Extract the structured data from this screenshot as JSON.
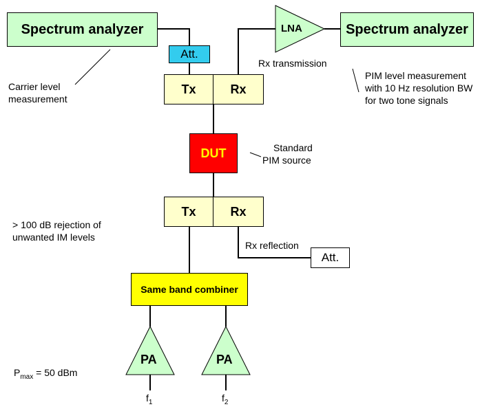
{
  "blocks": {
    "sa_left": "Spectrum analyzer",
    "sa_right": "Spectrum analyzer",
    "att_top": "Att.",
    "att_right": "Att.",
    "tx_upper": "Tx",
    "rx_upper": "Rx",
    "dut": "DUT",
    "tx_lower": "Tx",
    "rx_lower": "Rx",
    "combiner": "Same band combiner",
    "lna": "LNA",
    "pa_1": "PA",
    "pa_2": "PA"
  },
  "labels": {
    "carrier_line1": "Carrier level",
    "carrier_line2": "measurement",
    "rx_transmission": "Rx transmission",
    "pim_line1": "PIM level measurement",
    "pim_line2": "with 10 Hz resolution BW",
    "pim_line3": "for two tone signals",
    "standard_line1": "Standard",
    "standard_line2": "PIM source",
    "rejection_line1": "> 100 dB rejection of",
    "rejection_line2": "unwanted IM levels",
    "rx_reflection": "Rx reflection",
    "pmax_p": "P",
    "pmax_sub": "max",
    "pmax_val": "= 50 dBm",
    "f1_f": "f",
    "f1_sub": "1",
    "f2_f": "f",
    "f2_sub": "2"
  },
  "colors": {
    "analyzer_fill": "#ccffcc",
    "duplexer_fill": "#ffffcc",
    "dut_fill": "#ff0000",
    "dut_text": "#ffff00",
    "combiner_fill": "#ffff00",
    "attenuator_fill": "#33ccee",
    "amplifier_fill": "#ccffcc"
  }
}
